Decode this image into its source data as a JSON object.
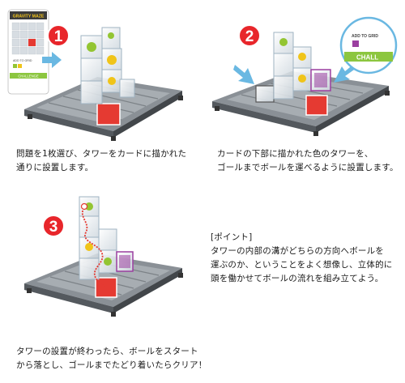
{
  "steps": [
    {
      "number": "1",
      "text_lines": [
        "問題を1枚選び、タワーをカードに描かれた",
        "通りに設置します。"
      ],
      "card": {
        "logo": "GRAVITY MAZE",
        "add_to_grid": "ADD TO GRID",
        "challenge": "CHALLENGE"
      }
    },
    {
      "number": "2",
      "text_lines": [
        "カードの下部に描かれた色のタワーを、",
        "ゴールまでボールを運べるように設置します。"
      ],
      "callout": {
        "add_to_grid": "ADD TO GRID",
        "challenge": "CHALL"
      }
    },
    {
      "number": "3",
      "text_lines": [
        "タワーの設置が終わったら、ボールをスタート",
        "から落とし、ゴールまでたどり着いたらクリア！"
      ]
    }
  ],
  "point": {
    "heading": "[ポイント]",
    "lines": [
      "タワーの内部の溝がどちらの方向へボールを",
      "運ぶのか、ということをよく想像し、立体的に",
      "頭を働かせてボールの流れを組み立てよう。"
    ]
  },
  "colors": {
    "badge_red": "#e8262b",
    "board_gray": "#6d7278",
    "arrow_blue": "#6ab8e2",
    "accent_green": "#93c532",
    "accent_purple": "#9b3fa0",
    "accent_yellow": "#f0c419",
    "goal_red": "#e53a32"
  }
}
